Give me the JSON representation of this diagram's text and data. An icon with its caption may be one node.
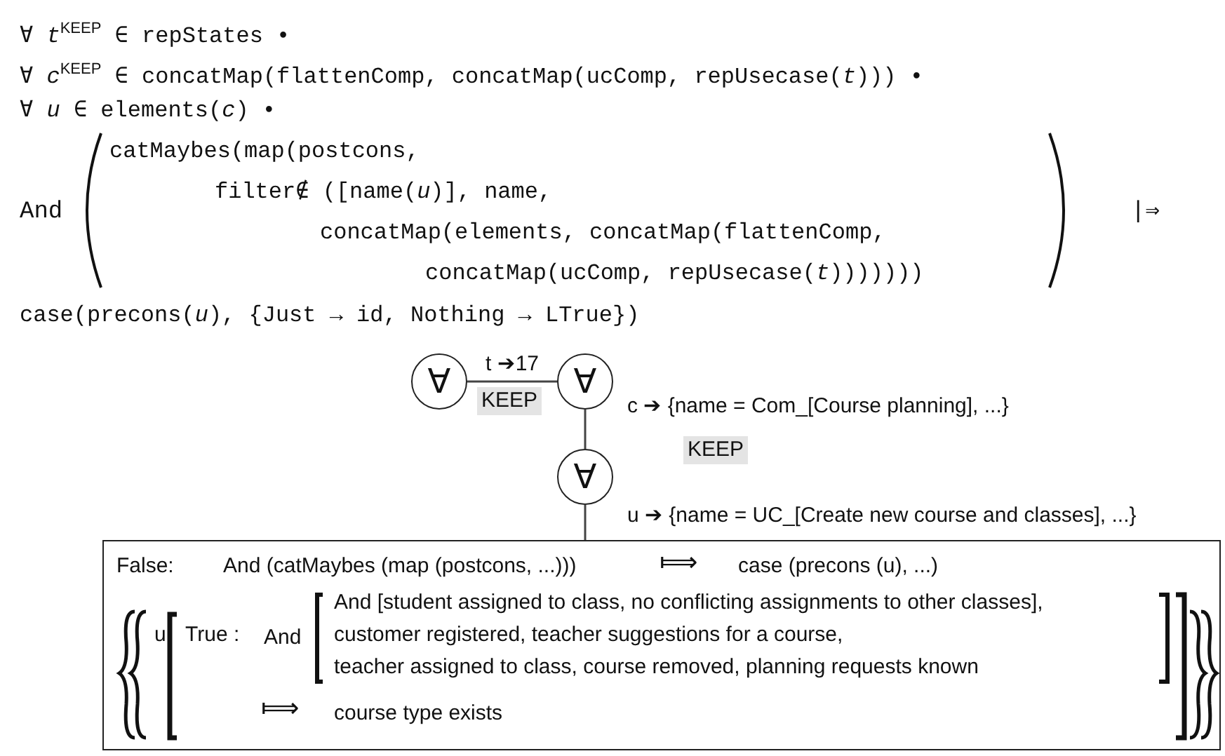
{
  "diagram": {
    "nodes": [
      {
        "text": [
          "∀"
        ]
      },
      {
        "text": [
          "∀"
        ],
        "beside": [
          "c ➔ {name = Com_[Course planning], ...}",
          "KEEP"
        ]
      },
      {
        "text": [
          "∀"
        ],
        "beside": [
          "u ➔ {name = UC_[Create new course and classes], ...}"
        ]
      },
      {
        "text": [
          "False:",
          "And (catMaybes (map (postcons, ...)))",
          "⟾",
          "case (precons (u), ...)",
          "u",
          "True :",
          "And",
          "And [student assigned to class, no conflicting assignments to other classes],",
          "customer registered, teacher suggestions for a course,",
          "teacher assigned to class, course removed, planning requests known",
          "⟾",
          "course type exists"
        ]
      }
    ],
    "edges": [
      {
        "from": 0,
        "to": 1,
        "arrow": "none",
        "label": "t ➔17"
      },
      {
        "from": 1,
        "to": 2,
        "arrow": "none"
      },
      {
        "from": 2,
        "to": 3,
        "arrow": "none"
      }
    ],
    "labels": [
      "∀ *t*$^{KEEP}$ ∈ repStates •",
      "∀ *c*$^{KEEP}$ ∈ concatMap(flattenComp, concatMap(ucComp, repUsecase(*t*))) •",
      "∀ *u* ∈ elements(*c*) •",
      "And",
      "catMaybes(map(postcons,",
      "filter∉ ([name(*u*)], name,",
      "concatMap(elements, concatMap(flattenComp,",
      "concatMap(ucComp, repUsecase(*t*)))))))",
      "|⇒",
      "case(precons(*u*), {Just → id, Nothing → LTrue})",
      "KEEP"
    ]
  }
}
